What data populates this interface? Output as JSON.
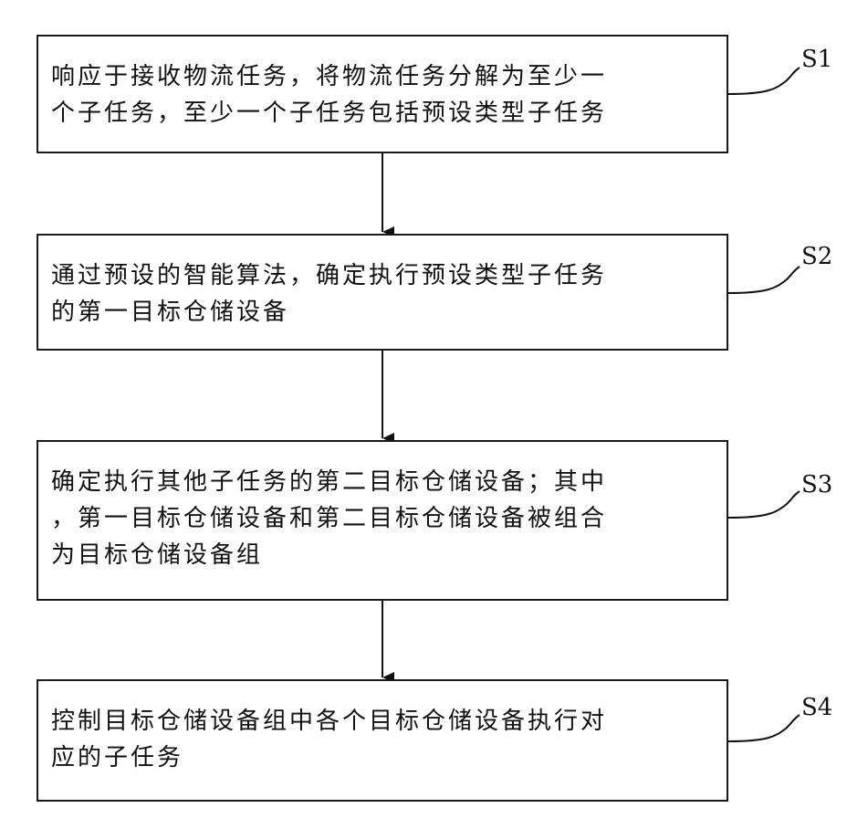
{
  "steps": [
    {
      "id": "S1",
      "label": "S1",
      "text": "响应于接收物流任务，将物流任务分解为至少一\n个子任务，至少一个子任务包括预设类型子任务"
    },
    {
      "id": "S2",
      "label": "S2",
      "text": "通过预设的智能算法，确定执行预设类型子任务\n的第一目标仓储设备"
    },
    {
      "id": "S3",
      "label": "S3",
      "text": "确定执行其他子任务的第二目标仓储设备；其中\n，第一目标仓储设备和第二目标仓储设备被组合\n为目标仓储设备组"
    },
    {
      "id": "S4",
      "label": "S4",
      "text": "控制目标仓储设备组中各个目标仓储设备执行对\n应的子任务"
    }
  ]
}
